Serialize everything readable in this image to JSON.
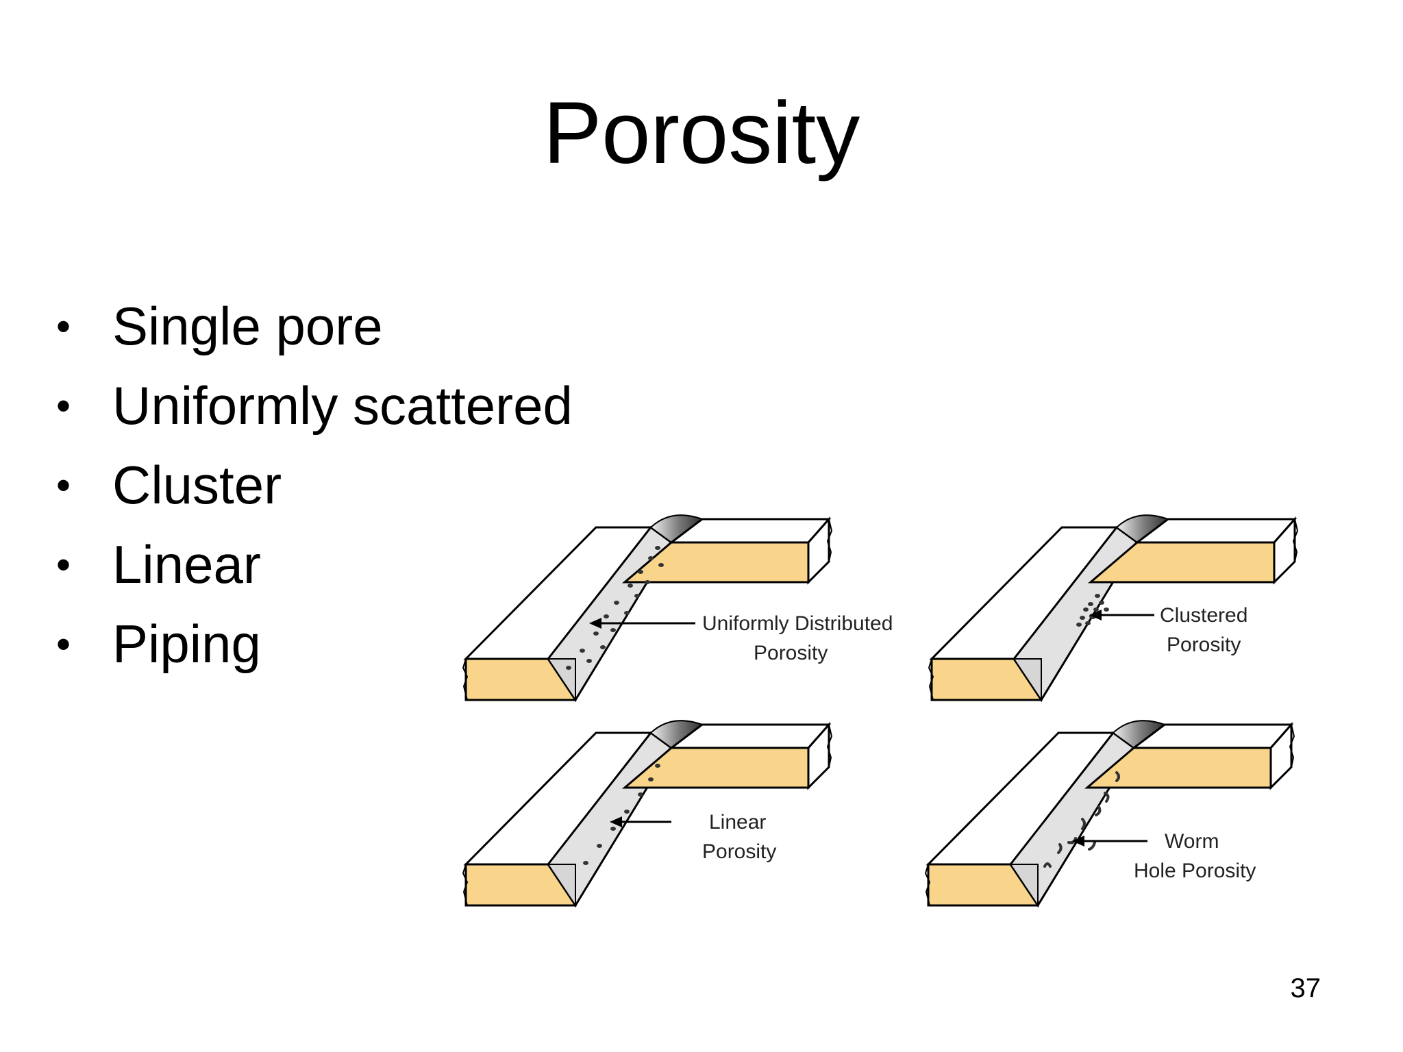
{
  "slide": {
    "title": "Porosity",
    "bullets": [
      "Single pore",
      "Uniformly scattered",
      "Cluster",
      "Linear",
      "Piping"
    ],
    "page_number": "37"
  },
  "figure": {
    "labels": {
      "uniform_line1": "Uniformly Distributed",
      "uniform_line2": "Porosity",
      "clustered_line1": "Clustered",
      "clustered_line2": "Porosity",
      "linear_line1": "Linear",
      "linear_line2": "Porosity",
      "worm_line1": "Worm",
      "worm_line2": "Hole Porosity"
    },
    "colors": {
      "plate_face": "#F9D58C",
      "bead_face": "#E2E2E2",
      "cap": "#4A4A4A"
    }
  }
}
